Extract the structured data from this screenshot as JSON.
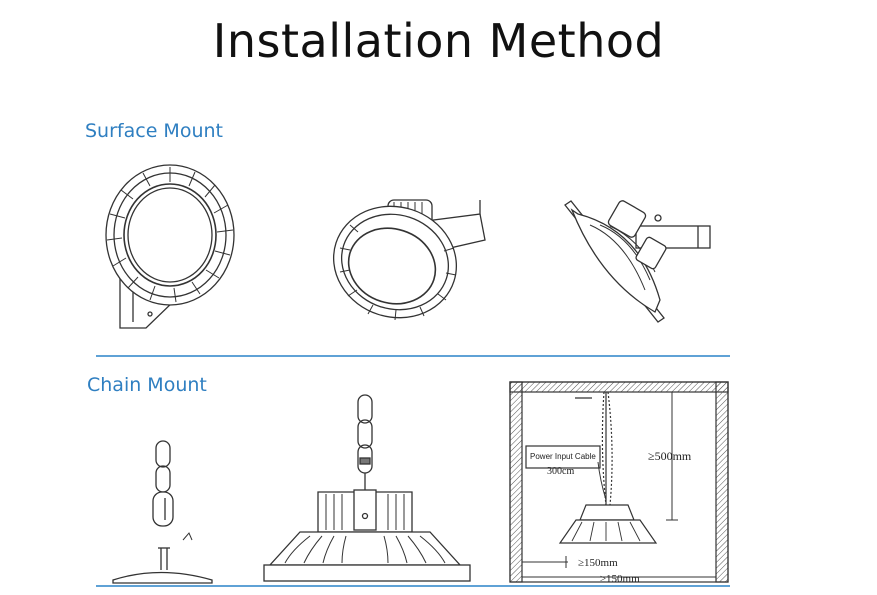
{
  "title": "Installation Method",
  "sections": [
    {
      "label": "Surface Mount"
    },
    {
      "label": "Chain Mount"
    }
  ],
  "diagram": {
    "cable_label": "Power Input Cable",
    "cable_length": "300cm",
    "height_dim": "≥500mm",
    "side_dim_1": "≥150mm",
    "side_dim_2": "≥150mm"
  },
  "colors": {
    "accent": "#2f7fc1",
    "divider": "#5fa2d6",
    "line": "#444444"
  }
}
